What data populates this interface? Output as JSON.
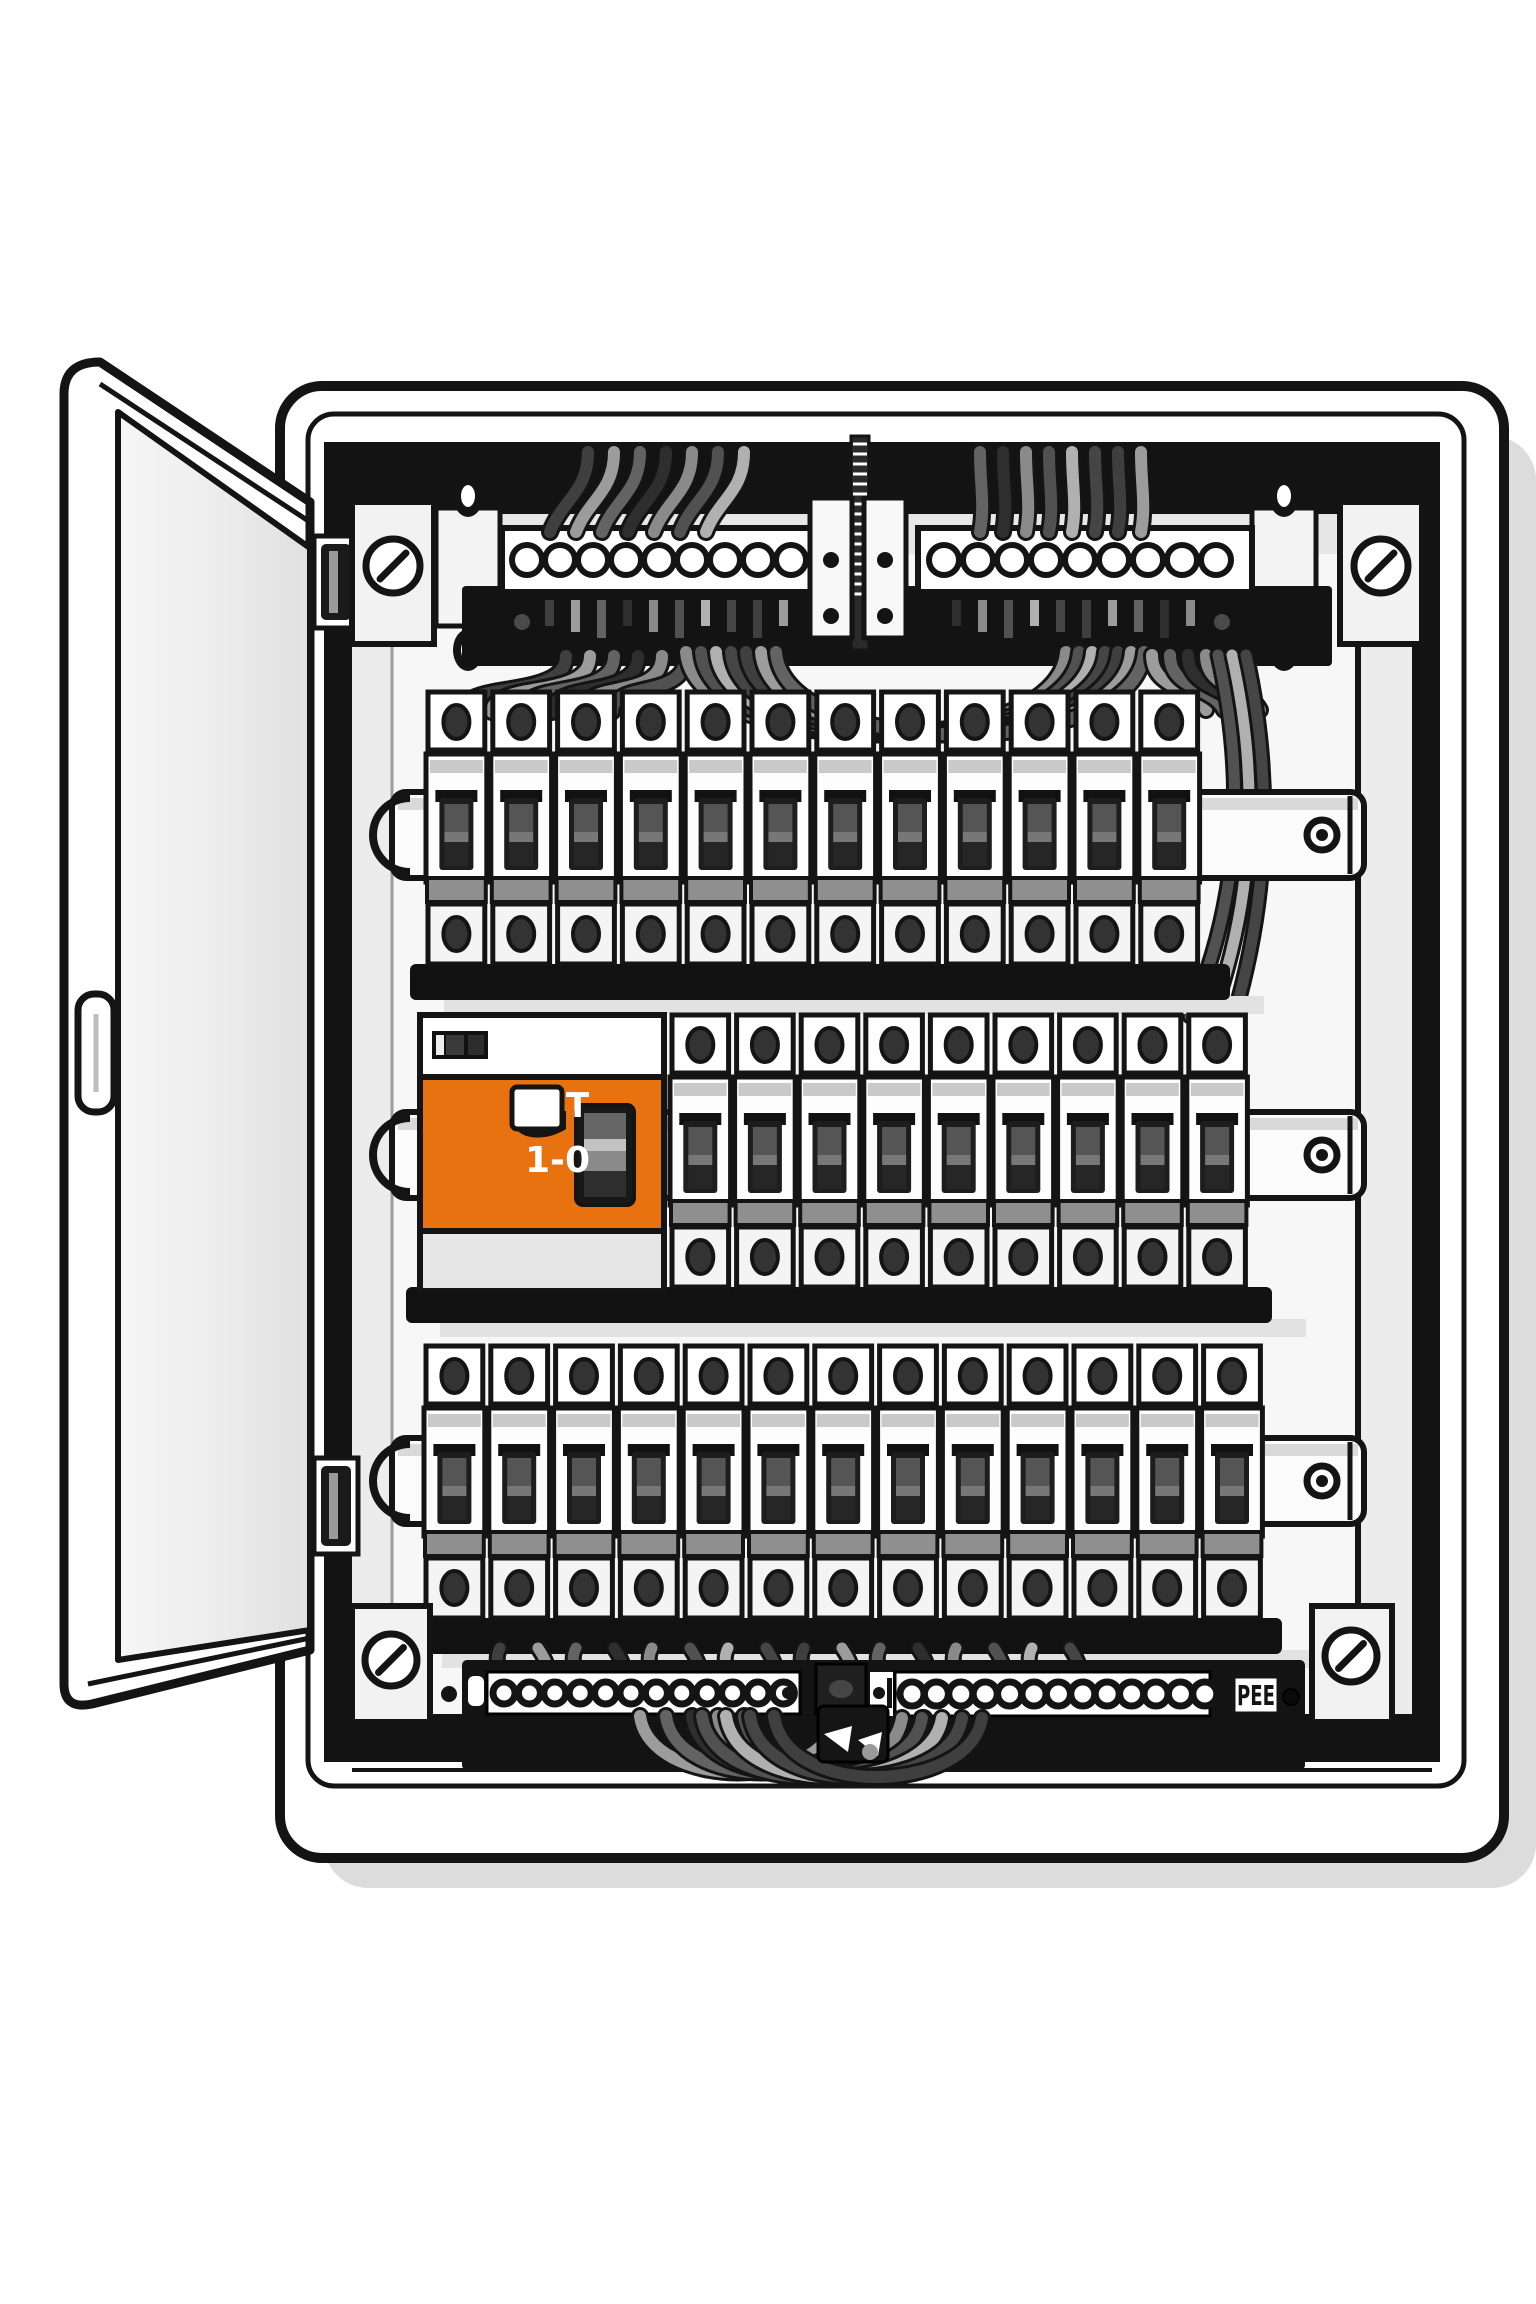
{
  "title": "open-electrical-distribution-board-illustration",
  "labels": {
    "rcd_test": "T",
    "rcd_switch": "1-0",
    "pe_terminal": "PEE"
  },
  "colors": {
    "outline": "#141414",
    "accent_orange": "#E8720F",
    "backplane": "#f7f7f7",
    "shadow": "#dcdcdc",
    "toggle_dark": "#1d1d1d",
    "rail_white": "#fbfbfb",
    "wire_greys": [
      "#3f3f3f",
      "#9c9c9c",
      "#636363",
      "#2e2e2e",
      "#8a8a8a",
      "#515151",
      "#b0b0b0",
      "#454545"
    ]
  },
  "components": {
    "door": {
      "hinges": 2,
      "handle": true
    },
    "top_terminal_strip": {
      "left_holes": 9,
      "right_holes": 9
    },
    "breaker_rows": [
      {
        "id": "row-1",
        "breakers": 12,
        "rcd": false
      },
      {
        "id": "row-2",
        "breakers": 9,
        "rcd": true
      },
      {
        "id": "row-3",
        "breakers": 13,
        "rcd": false
      }
    ],
    "bottom_terminal_strip": {
      "left_rings": 12,
      "right_rings": 13
    },
    "corner_screws": 4
  }
}
